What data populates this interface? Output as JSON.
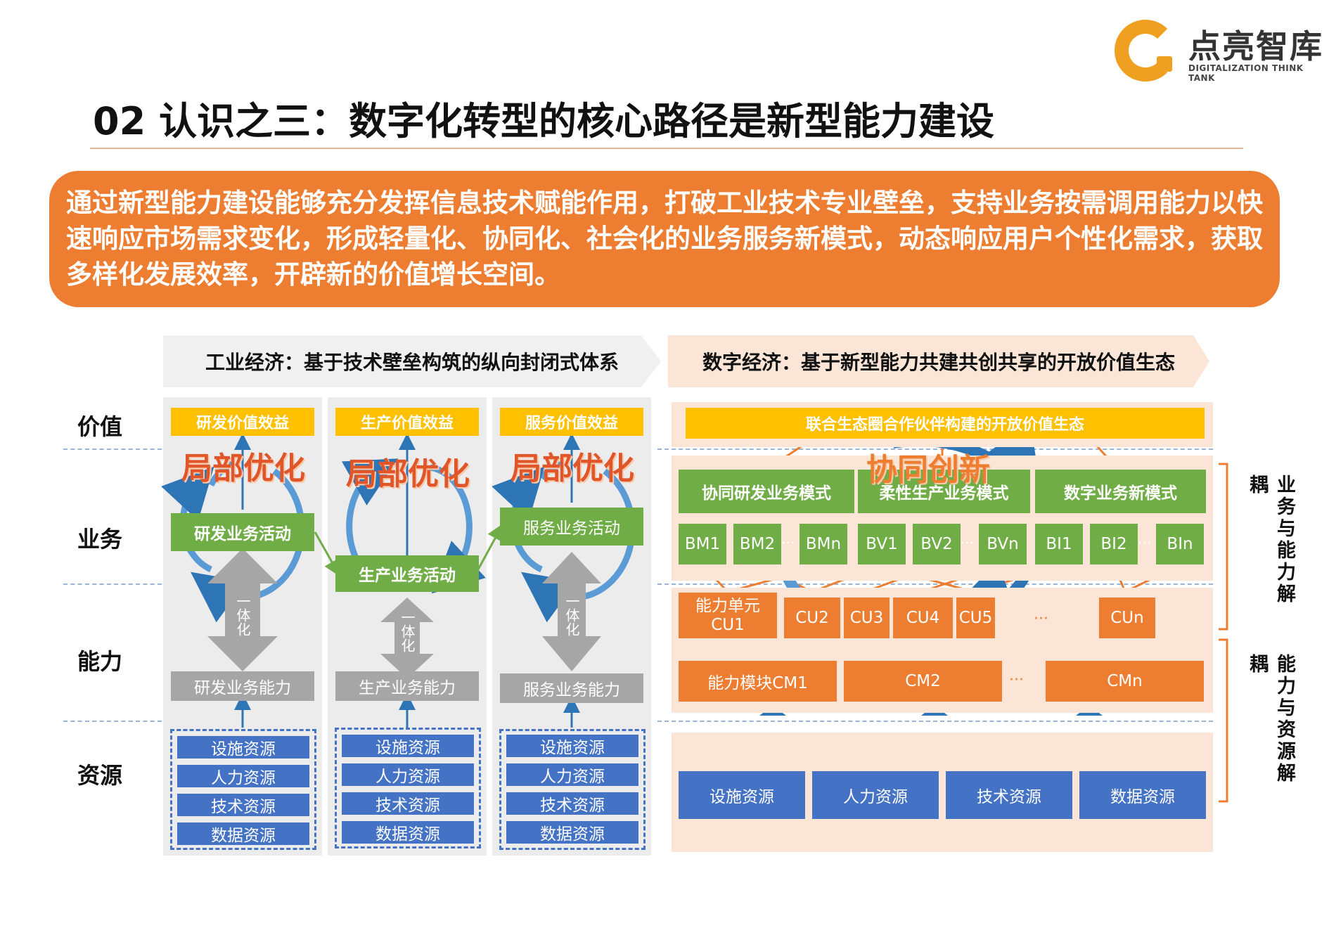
{
  "header": {
    "logo_name": "点亮智库",
    "logo_sub": "DIGITALIZATION THINK TANK",
    "title": "02 认识之三：数字化转型的核心路径是新型能力建设"
  },
  "banner": {
    "text": "通过新型能力建设能够充分发挥信息技术赋能作用，打破工业技术专业壁垒，支持业务按需调用能力以快速响应市场需求变化，形成轻量化、协同化、社会化的业务服务新模式，动态响应用户个性化需求，获取多样化发展效率，开辟新的价值增长空间。"
  },
  "sections": {
    "left": "工业经济：基于技术壁垒构筑的纵向封闭式体系",
    "right": "数字经济：基于新型能力共建共创共享的开放价值生态"
  },
  "rows": [
    "价值",
    "业务",
    "能力",
    "资源"
  ],
  "left_columns": [
    {
      "value": "研发价值效益",
      "optimize": "局部优化",
      "activity": "研发业务活动",
      "integrate": "一体化",
      "capability": "研发业务能力",
      "resources": [
        "设施资源",
        "人力资源",
        "技术资源",
        "数据资源"
      ]
    },
    {
      "value": "生产价值效益",
      "optimize": "局部优化",
      "activity": "生产业务活动",
      "integrate": "一体化",
      "capability": "生产业务能力",
      "resources": [
        "设施资源",
        "人力资源",
        "技术资源",
        "数据资源"
      ]
    },
    {
      "value": "服务价值效益",
      "optimize": "局部优化",
      "activity": "服务业务活动",
      "integrate": "一体化",
      "capability": "服务业务能力",
      "resources": [
        "设施资源",
        "人力资源",
        "技术资源",
        "数据资源"
      ]
    }
  ],
  "right": {
    "value": "联合生态圈合作伙伴构建的开放价值生态",
    "innovation": "协同创新",
    "modes": [
      "协同研发业务模式",
      "柔性生产业务模式",
      "数字业务新模式"
    ],
    "units": [
      "BM1",
      "BM2",
      "BMn",
      "BV1",
      "BV2",
      "BVn",
      "BI1",
      "BI2",
      "BIn"
    ],
    "cus": [
      "能力单元CU1",
      "CU2",
      "CU3",
      "CU4",
      "CU5",
      "CUn"
    ],
    "cms": [
      "能力模块CM1",
      "CM2",
      "CMn"
    ],
    "resources": [
      "设施资源",
      "人力资源",
      "技术资源",
      "数据资源"
    ],
    "ellipsis": "···"
  },
  "side_labels": [
    "业务与能力解耦",
    "能力与资源解耦"
  ],
  "colors": {
    "orange": "#ed7d31",
    "yellow": "#ffc000",
    "green": "#70ad47",
    "blue": "#4472c4",
    "gray": "#a6a6a6"
  }
}
